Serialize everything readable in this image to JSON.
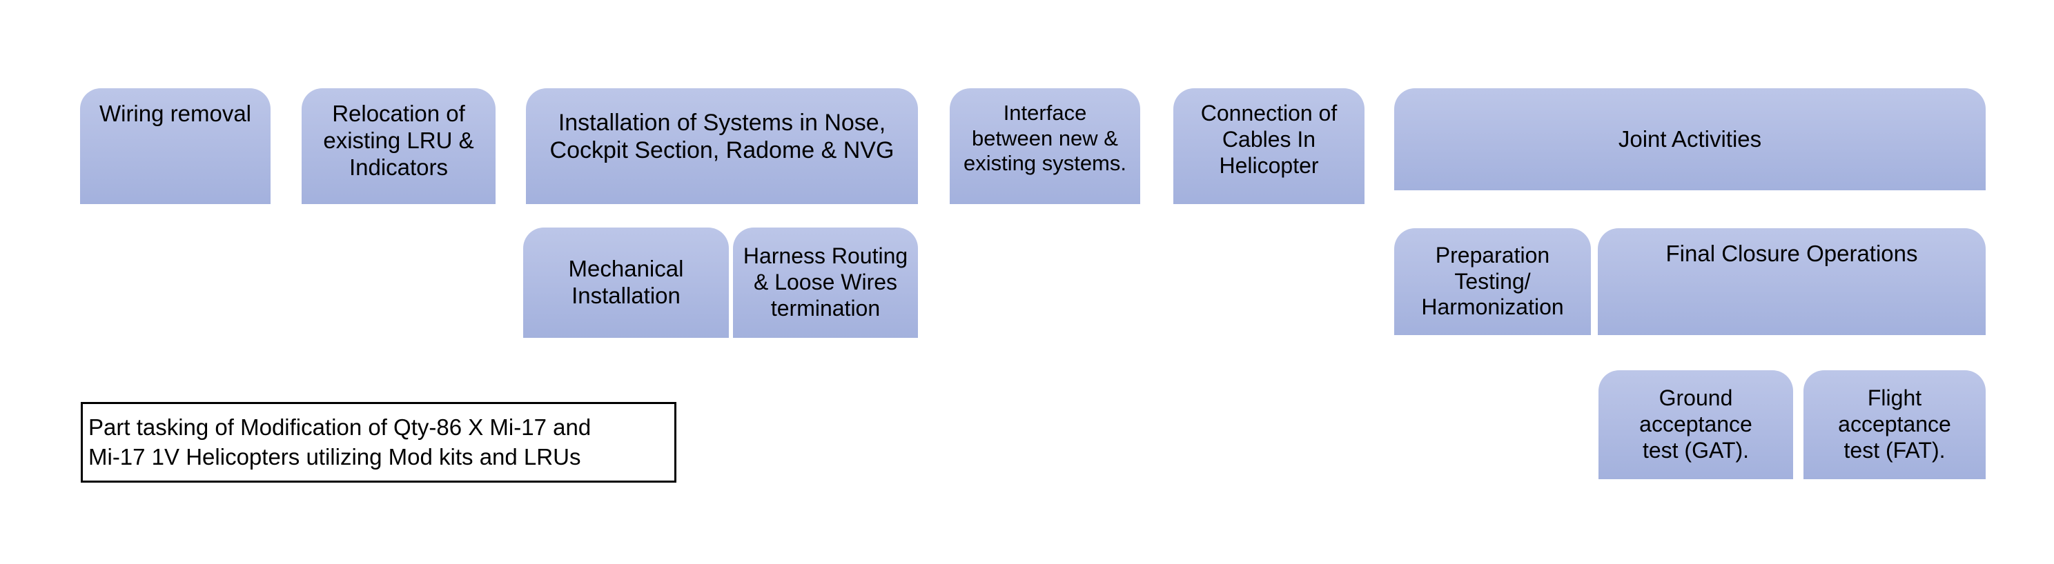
{
  "diagram": {
    "title": "Part tasking of Modification of Qty-86 X Mi-17 and Mi-17 1V Helicopters utilizing Mod kits and LRUs",
    "background_color": "#ffffff",
    "box_fill_top": "#bcc6e8",
    "box_fill_bottom": "#a3b1dd",
    "text_color": "#000000",
    "caption_border_color": "#000000"
  },
  "rows": [
    {
      "name": "primary-activities",
      "boxes": [
        {
          "id": "wiring-removal",
          "label": "Wiring removal"
        },
        {
          "id": "relocation-lru",
          "label": "Relocation of\nexisting LRU &\nIndicators"
        },
        {
          "id": "installation-systems",
          "label": "Installation of Systems in Nose,\nCockpit Section, Radome & NVG"
        },
        {
          "id": "interface-systems",
          "label": "Interface\nbetween new &\nexisting systems."
        },
        {
          "id": "connection-cables",
          "label": "Connection of\nCables In\nHelicopter"
        },
        {
          "id": "joint-activities",
          "label": "Joint Activities"
        }
      ]
    },
    {
      "name": "sub-activities",
      "boxes": [
        {
          "id": "mechanical-installation",
          "label": "Mechanical\nInstallation"
        },
        {
          "id": "harness-routing",
          "label": "Harness Routing\n& Loose Wires\ntermination"
        },
        {
          "id": "preparation-testing",
          "label": "Preparation\nTesting/\nHarmonization"
        },
        {
          "id": "final-closure",
          "label": "Final Closure Operations"
        }
      ]
    },
    {
      "name": "acceptance-tests",
      "boxes": [
        {
          "id": "ground-acceptance-test",
          "label": "Ground\nacceptance\ntest (GAT)."
        },
        {
          "id": "flight-acceptance-test",
          "label": "Flight\nacceptance\ntest (FAT)."
        }
      ]
    }
  ],
  "caption": {
    "line1": "Part tasking of Modification of Qty-86 X Mi-17 and",
    "line2": "Mi-17 1V Helicopters utilizing Mod kits and LRUs",
    "text": "Part tasking of Modification of Qty-86 X Mi-17 and\nMi-17 1V Helicopters utilizing Mod kits and LRUs"
  }
}
